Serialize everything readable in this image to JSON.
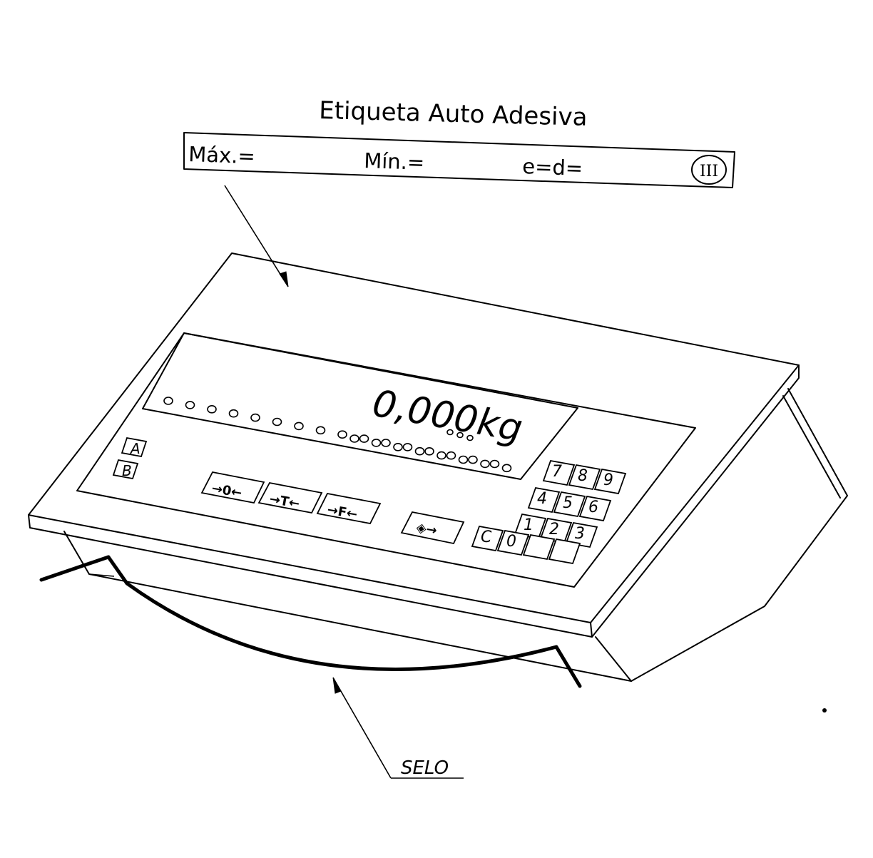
{
  "label_title": "Etiqueta Auto Adesiva",
  "label_fields": {
    "max": "Máx.=",
    "min": "Mín.=",
    "ed": "e=d=",
    "class": "III"
  },
  "display_reading": "0,000kg",
  "side_keys": [
    "A",
    "B"
  ],
  "function_keys": [
    "→0←",
    "→T←",
    "→F←"
  ],
  "print_key": "◈→",
  "keypad": {
    "row1": [
      "7",
      "8",
      "9"
    ],
    "row2": [
      "4",
      "5",
      "6"
    ],
    "row3": [
      "1",
      "2",
      "3"
    ],
    "row4": [
      "C",
      "0",
      "",
      ""
    ]
  },
  "seal_label": "SELO"
}
